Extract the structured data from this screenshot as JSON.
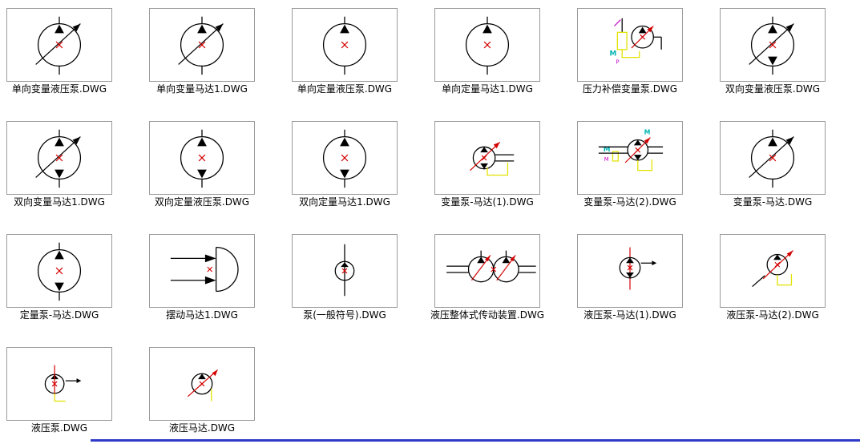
{
  "window": {
    "description": "CAD block library thumbnail view of hydraulic pump and motor DWG symbols"
  },
  "colors": {
    "symbol_line": "#000000",
    "insertion_marker_red": "#d40000",
    "aux_yellow": "#e2e200",
    "aux_cyan": "#00b4b4",
    "aux_magenta": "#c800c8",
    "thumbnail_border": "#9a9a9a",
    "bottom_bar_blue": "#2f39c7",
    "background": "#ffffff",
    "label_color": "#000000"
  },
  "layout": {
    "columns_per_row": [
      6,
      6,
      6,
      2
    ]
  },
  "thumbnails": [
    {
      "label": "单向变量液压泵.DWG",
      "symbol": "var-1way",
      "icon": "one-way-variable-pump-icon"
    },
    {
      "label": "单向变量马达1.DWG",
      "symbol": "var-1way",
      "icon": "one-way-variable-motor-icon"
    },
    {
      "label": "单向定量液压泵.DWG",
      "symbol": "fix-1way",
      "icon": "one-way-fixed-pump-icon"
    },
    {
      "label": "单向定量马达1.DWG",
      "symbol": "fix-1way",
      "icon": "one-way-fixed-motor-icon"
    },
    {
      "label": "压力补偿变量泵.DWG",
      "symbol": "pressure-comp",
      "icon": "pressure-compensated-variable-pump-icon"
    },
    {
      "label": "双向变量液压泵.DWG",
      "symbol": "var-2way",
      "icon": "two-way-variable-pump-icon"
    },
    {
      "label": "双向变量马达1.DWG",
      "symbol": "var-2way",
      "icon": "two-way-variable-motor-icon"
    },
    {
      "label": "双向定量液压泵.DWG",
      "symbol": "fix-2way",
      "icon": "two-way-fixed-pump-icon"
    },
    {
      "label": "双向定量马达1.DWG",
      "symbol": "fix-2way",
      "icon": "two-way-fixed-motor-icon"
    },
    {
      "label": "变量泵-马达(1).DWG",
      "symbol": "var-pm-a",
      "icon": "variable-pump-motor-1-icon"
    },
    {
      "label": "变量泵-马达(2).DWG",
      "symbol": "var-pm-b",
      "icon": "variable-pump-motor-2-icon"
    },
    {
      "label": "变量泵-马达.DWG",
      "symbol": "var-1way",
      "icon": "variable-pump-motor-icon"
    },
    {
      "label": "定量泵-马达.DWG",
      "symbol": "fix-2way",
      "icon": "fixed-pump-motor-icon"
    },
    {
      "label": "摆动马达1.DWG",
      "symbol": "swing",
      "icon": "swing-motor-icon"
    },
    {
      "label": "泵(一般符号).DWG",
      "symbol": "pump-general",
      "icon": "pump-general-symbol-icon"
    },
    {
      "label": "液压整体式传动装置.DWG",
      "symbol": "integral",
      "icon": "integral-hydraulic-transmission-icon"
    },
    {
      "label": "液压泵-马达(1).DWG",
      "symbol": "pm-a",
      "icon": "hydraulic-pump-motor-1-icon"
    },
    {
      "label": "液压泵-马达(2).DWG",
      "symbol": "pm-b",
      "icon": "hydraulic-pump-motor-2-icon"
    },
    {
      "label": "液压泵.DWG",
      "symbol": "pump-small",
      "icon": "hydraulic-pump-icon"
    },
    {
      "label": "液压马达.DWG",
      "symbol": "motor-small",
      "icon": "hydraulic-motor-icon"
    }
  ]
}
